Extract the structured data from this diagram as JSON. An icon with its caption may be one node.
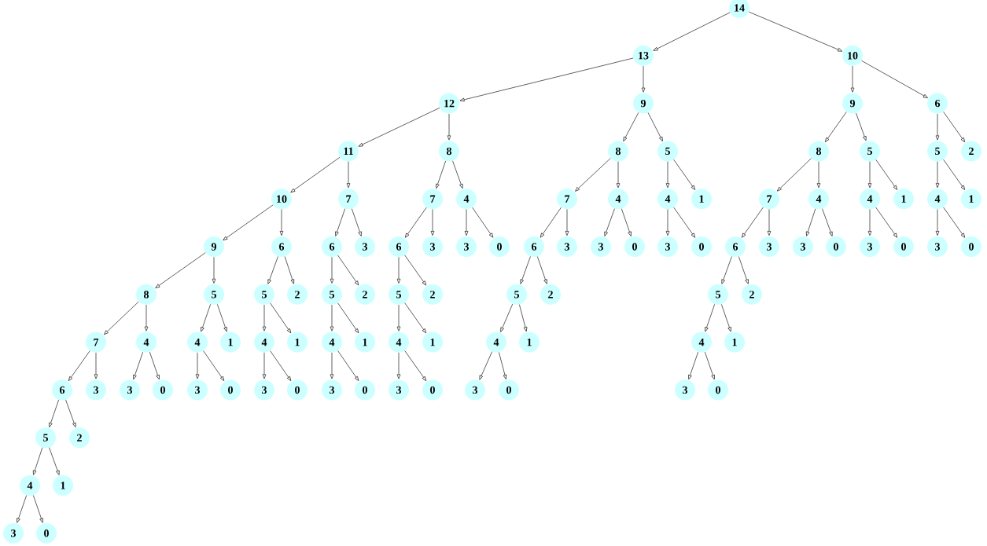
{
  "diagram": {
    "nodes": [
      {
        "text": [
          "14"
        ]
      },
      {
        "text": [
          "13"
        ]
      },
      {
        "text": [
          "10"
        ]
      },
      {
        "text": [
          "12"
        ]
      },
      {
        "text": [
          "9"
        ]
      },
      {
        "text": [
          "9"
        ]
      },
      {
        "text": [
          "6"
        ]
      },
      {
        "text": [
          "11"
        ]
      },
      {
        "text": [
          "8"
        ]
      },
      {
        "text": [
          "8"
        ]
      },
      {
        "text": [
          "5"
        ]
      },
      {
        "text": [
          "8"
        ]
      },
      {
        "text": [
          "5"
        ]
      },
      {
        "text": [
          "5"
        ]
      },
      {
        "text": [
          "2"
        ]
      },
      {
        "text": [
          "10"
        ]
      },
      {
        "text": [
          "7"
        ]
      },
      {
        "text": [
          "7"
        ]
      },
      {
        "text": [
          "4"
        ]
      },
      {
        "text": [
          "7"
        ]
      },
      {
        "text": [
          "4"
        ]
      },
      {
        "text": [
          "4"
        ]
      },
      {
        "text": [
          "1"
        ]
      },
      {
        "text": [
          "7"
        ]
      },
      {
        "text": [
          "4"
        ]
      },
      {
        "text": [
          "4"
        ]
      },
      {
        "text": [
          "1"
        ]
      },
      {
        "text": [
          "4"
        ]
      },
      {
        "text": [
          "1"
        ]
      },
      {
        "text": [
          "9"
        ]
      },
      {
        "text": [
          "6"
        ]
      },
      {
        "text": [
          "6"
        ]
      },
      {
        "text": [
          "3"
        ]
      },
      {
        "text": [
          "6"
        ]
      },
      {
        "text": [
          "3"
        ]
      },
      {
        "text": [
          "3"
        ]
      },
      {
        "text": [
          "0"
        ]
      },
      {
        "text": [
          "6"
        ]
      },
      {
        "text": [
          "3"
        ]
      },
      {
        "text": [
          "3"
        ]
      },
      {
        "text": [
          "0"
        ]
      },
      {
        "text": [
          "3"
        ]
      },
      {
        "text": [
          "0"
        ]
      },
      {
        "text": [
          "6"
        ]
      },
      {
        "text": [
          "3"
        ]
      },
      {
        "text": [
          "3"
        ]
      },
      {
        "text": [
          "0"
        ]
      },
      {
        "text": [
          "3"
        ]
      },
      {
        "text": [
          "0"
        ]
      },
      {
        "text": [
          "3"
        ]
      },
      {
        "text": [
          "0"
        ]
      },
      {
        "text": [
          "8"
        ]
      },
      {
        "text": [
          "5"
        ]
      },
      {
        "text": [
          "5"
        ]
      },
      {
        "text": [
          "2"
        ]
      },
      {
        "text": [
          "5"
        ]
      },
      {
        "text": [
          "2"
        ]
      },
      {
        "text": [
          "5"
        ]
      },
      {
        "text": [
          "2"
        ]
      },
      {
        "text": [
          "5"
        ]
      },
      {
        "text": [
          "2"
        ]
      },
      {
        "text": [
          "5"
        ]
      },
      {
        "text": [
          "2"
        ]
      },
      {
        "text": [
          "7"
        ]
      },
      {
        "text": [
          "4"
        ]
      },
      {
        "text": [
          "4"
        ]
      },
      {
        "text": [
          "1"
        ]
      },
      {
        "text": [
          "4"
        ]
      },
      {
        "text": [
          "1"
        ]
      },
      {
        "text": [
          "4"
        ]
      },
      {
        "text": [
          "1"
        ]
      },
      {
        "text": [
          "4"
        ]
      },
      {
        "text": [
          "1"
        ]
      },
      {
        "text": [
          "4"
        ]
      },
      {
        "text": [
          "1"
        ]
      },
      {
        "text": [
          "4"
        ]
      },
      {
        "text": [
          "1"
        ]
      },
      {
        "text": [
          "6"
        ]
      },
      {
        "text": [
          "3"
        ]
      },
      {
        "text": [
          "3"
        ]
      },
      {
        "text": [
          "0"
        ]
      },
      {
        "text": [
          "3"
        ]
      },
      {
        "text": [
          "0"
        ]
      },
      {
        "text": [
          "3"
        ]
      },
      {
        "text": [
          "0"
        ]
      },
      {
        "text": [
          "3"
        ]
      },
      {
        "text": [
          "0"
        ]
      },
      {
        "text": [
          "3"
        ]
      },
      {
        "text": [
          "0"
        ]
      },
      {
        "text": [
          "3"
        ]
      },
      {
        "text": [
          "0"
        ]
      },
      {
        "text": [
          "3"
        ]
      },
      {
        "text": [
          "0"
        ]
      },
      {
        "text": [
          "5"
        ]
      },
      {
        "text": [
          "2"
        ]
      },
      {
        "text": [
          "4"
        ]
      },
      {
        "text": [
          "1"
        ]
      },
      {
        "text": [
          "3"
        ]
      },
      {
        "text": [
          "0"
        ]
      }
    ],
    "edges": [
      {
        "from": 0,
        "to": 1,
        "arrow": "to"
      },
      {
        "from": 0,
        "to": 2,
        "arrow": "to"
      },
      {
        "from": 1,
        "to": 3,
        "arrow": "to"
      },
      {
        "from": 1,
        "to": 4,
        "arrow": "to"
      },
      {
        "from": 2,
        "to": 5,
        "arrow": "to"
      },
      {
        "from": 2,
        "to": 6,
        "arrow": "to"
      },
      {
        "from": 3,
        "to": 7,
        "arrow": "to"
      },
      {
        "from": 3,
        "to": 8,
        "arrow": "to"
      },
      {
        "from": 4,
        "to": 9,
        "arrow": "to"
      },
      {
        "from": 4,
        "to": 10,
        "arrow": "to"
      },
      {
        "from": 5,
        "to": 11,
        "arrow": "to"
      },
      {
        "from": 5,
        "to": 12,
        "arrow": "to"
      },
      {
        "from": 6,
        "to": 13,
        "arrow": "to"
      },
      {
        "from": 6,
        "to": 14,
        "arrow": "to"
      },
      {
        "from": 7,
        "to": 15,
        "arrow": "to"
      },
      {
        "from": 7,
        "to": 16,
        "arrow": "to"
      },
      {
        "from": 8,
        "to": 17,
        "arrow": "to"
      },
      {
        "from": 8,
        "to": 18,
        "arrow": "to"
      },
      {
        "from": 9,
        "to": 19,
        "arrow": "to"
      },
      {
        "from": 9,
        "to": 20,
        "arrow": "to"
      },
      {
        "from": 10,
        "to": 21,
        "arrow": "to"
      },
      {
        "from": 10,
        "to": 22,
        "arrow": "to"
      },
      {
        "from": 11,
        "to": 23,
        "arrow": "to"
      },
      {
        "from": 11,
        "to": 24,
        "arrow": "to"
      },
      {
        "from": 12,
        "to": 25,
        "arrow": "to"
      },
      {
        "from": 12,
        "to": 26,
        "arrow": "to"
      },
      {
        "from": 13,
        "to": 27,
        "arrow": "to"
      },
      {
        "from": 13,
        "to": 28,
        "arrow": "to"
      },
      {
        "from": 15,
        "to": 29,
        "arrow": "to"
      },
      {
        "from": 15,
        "to": 30,
        "arrow": "to"
      },
      {
        "from": 16,
        "to": 31,
        "arrow": "to"
      },
      {
        "from": 16,
        "to": 32,
        "arrow": "to"
      },
      {
        "from": 17,
        "to": 33,
        "arrow": "to"
      },
      {
        "from": 17,
        "to": 34,
        "arrow": "to"
      },
      {
        "from": 18,
        "to": 35,
        "arrow": "to"
      },
      {
        "from": 18,
        "to": 36,
        "arrow": "to"
      },
      {
        "from": 19,
        "to": 37,
        "arrow": "to"
      },
      {
        "from": 19,
        "to": 38,
        "arrow": "to"
      },
      {
        "from": 20,
        "to": 39,
        "arrow": "to"
      },
      {
        "from": 20,
        "to": 40,
        "arrow": "to"
      },
      {
        "from": 21,
        "to": 41,
        "arrow": "to"
      },
      {
        "from": 21,
        "to": 42,
        "arrow": "to"
      },
      {
        "from": 23,
        "to": 43,
        "arrow": "to"
      },
      {
        "from": 23,
        "to": 44,
        "arrow": "to"
      },
      {
        "from": 24,
        "to": 45,
        "arrow": "to"
      },
      {
        "from": 24,
        "to": 46,
        "arrow": "to"
      },
      {
        "from": 25,
        "to": 47,
        "arrow": "to"
      },
      {
        "from": 25,
        "to": 48,
        "arrow": "to"
      },
      {
        "from": 27,
        "to": 49,
        "arrow": "to"
      },
      {
        "from": 27,
        "to": 50,
        "arrow": "to"
      },
      {
        "from": 29,
        "to": 51,
        "arrow": "to"
      },
      {
        "from": 29,
        "to": 52,
        "arrow": "to"
      },
      {
        "from": 30,
        "to": 53,
        "arrow": "to"
      },
      {
        "from": 30,
        "to": 54,
        "arrow": "to"
      },
      {
        "from": 31,
        "to": 55,
        "arrow": "to"
      },
      {
        "from": 31,
        "to": 56,
        "arrow": "to"
      },
      {
        "from": 33,
        "to": 57,
        "arrow": "to"
      },
      {
        "from": 33,
        "to": 58,
        "arrow": "to"
      },
      {
        "from": 37,
        "to": 59,
        "arrow": "to"
      },
      {
        "from": 37,
        "to": 60,
        "arrow": "to"
      },
      {
        "from": 43,
        "to": 61,
        "arrow": "to"
      },
      {
        "from": 43,
        "to": 62,
        "arrow": "to"
      },
      {
        "from": 51,
        "to": 63,
        "arrow": "to"
      },
      {
        "from": 51,
        "to": 64,
        "arrow": "to"
      },
      {
        "from": 52,
        "to": 65,
        "arrow": "to"
      },
      {
        "from": 52,
        "to": 66,
        "arrow": "to"
      },
      {
        "from": 53,
        "to": 67,
        "arrow": "to"
      },
      {
        "from": 53,
        "to": 68,
        "arrow": "to"
      },
      {
        "from": 55,
        "to": 69,
        "arrow": "to"
      },
      {
        "from": 55,
        "to": 70,
        "arrow": "to"
      },
      {
        "from": 57,
        "to": 71,
        "arrow": "to"
      },
      {
        "from": 57,
        "to": 72,
        "arrow": "to"
      },
      {
        "from": 59,
        "to": 73,
        "arrow": "to"
      },
      {
        "from": 59,
        "to": 74,
        "arrow": "to"
      },
      {
        "from": 61,
        "to": 75,
        "arrow": "to"
      },
      {
        "from": 61,
        "to": 76,
        "arrow": "to"
      },
      {
        "from": 63,
        "to": 77,
        "arrow": "to"
      },
      {
        "from": 63,
        "to": 78,
        "arrow": "to"
      },
      {
        "from": 64,
        "to": 79,
        "arrow": "to"
      },
      {
        "from": 64,
        "to": 80,
        "arrow": "to"
      },
      {
        "from": 65,
        "to": 81,
        "arrow": "to"
      },
      {
        "from": 65,
        "to": 82,
        "arrow": "to"
      },
      {
        "from": 67,
        "to": 83,
        "arrow": "to"
      },
      {
        "from": 67,
        "to": 84,
        "arrow": "to"
      },
      {
        "from": 69,
        "to": 85,
        "arrow": "to"
      },
      {
        "from": 69,
        "to": 86,
        "arrow": "to"
      },
      {
        "from": 71,
        "to": 87,
        "arrow": "to"
      },
      {
        "from": 71,
        "to": 88,
        "arrow": "to"
      },
      {
        "from": 73,
        "to": 89,
        "arrow": "to"
      },
      {
        "from": 73,
        "to": 90,
        "arrow": "to"
      },
      {
        "from": 75,
        "to": 91,
        "arrow": "to"
      },
      {
        "from": 75,
        "to": 92,
        "arrow": "to"
      },
      {
        "from": 77,
        "to": 93,
        "arrow": "to"
      },
      {
        "from": 77,
        "to": 94,
        "arrow": "to"
      },
      {
        "from": 93,
        "to": 95,
        "arrow": "to"
      },
      {
        "from": 93,
        "to": 96,
        "arrow": "to"
      },
      {
        "from": 95,
        "to": 97,
        "arrow": "to"
      },
      {
        "from": 95,
        "to": 98,
        "arrow": "to"
      }
    ]
  }
}
